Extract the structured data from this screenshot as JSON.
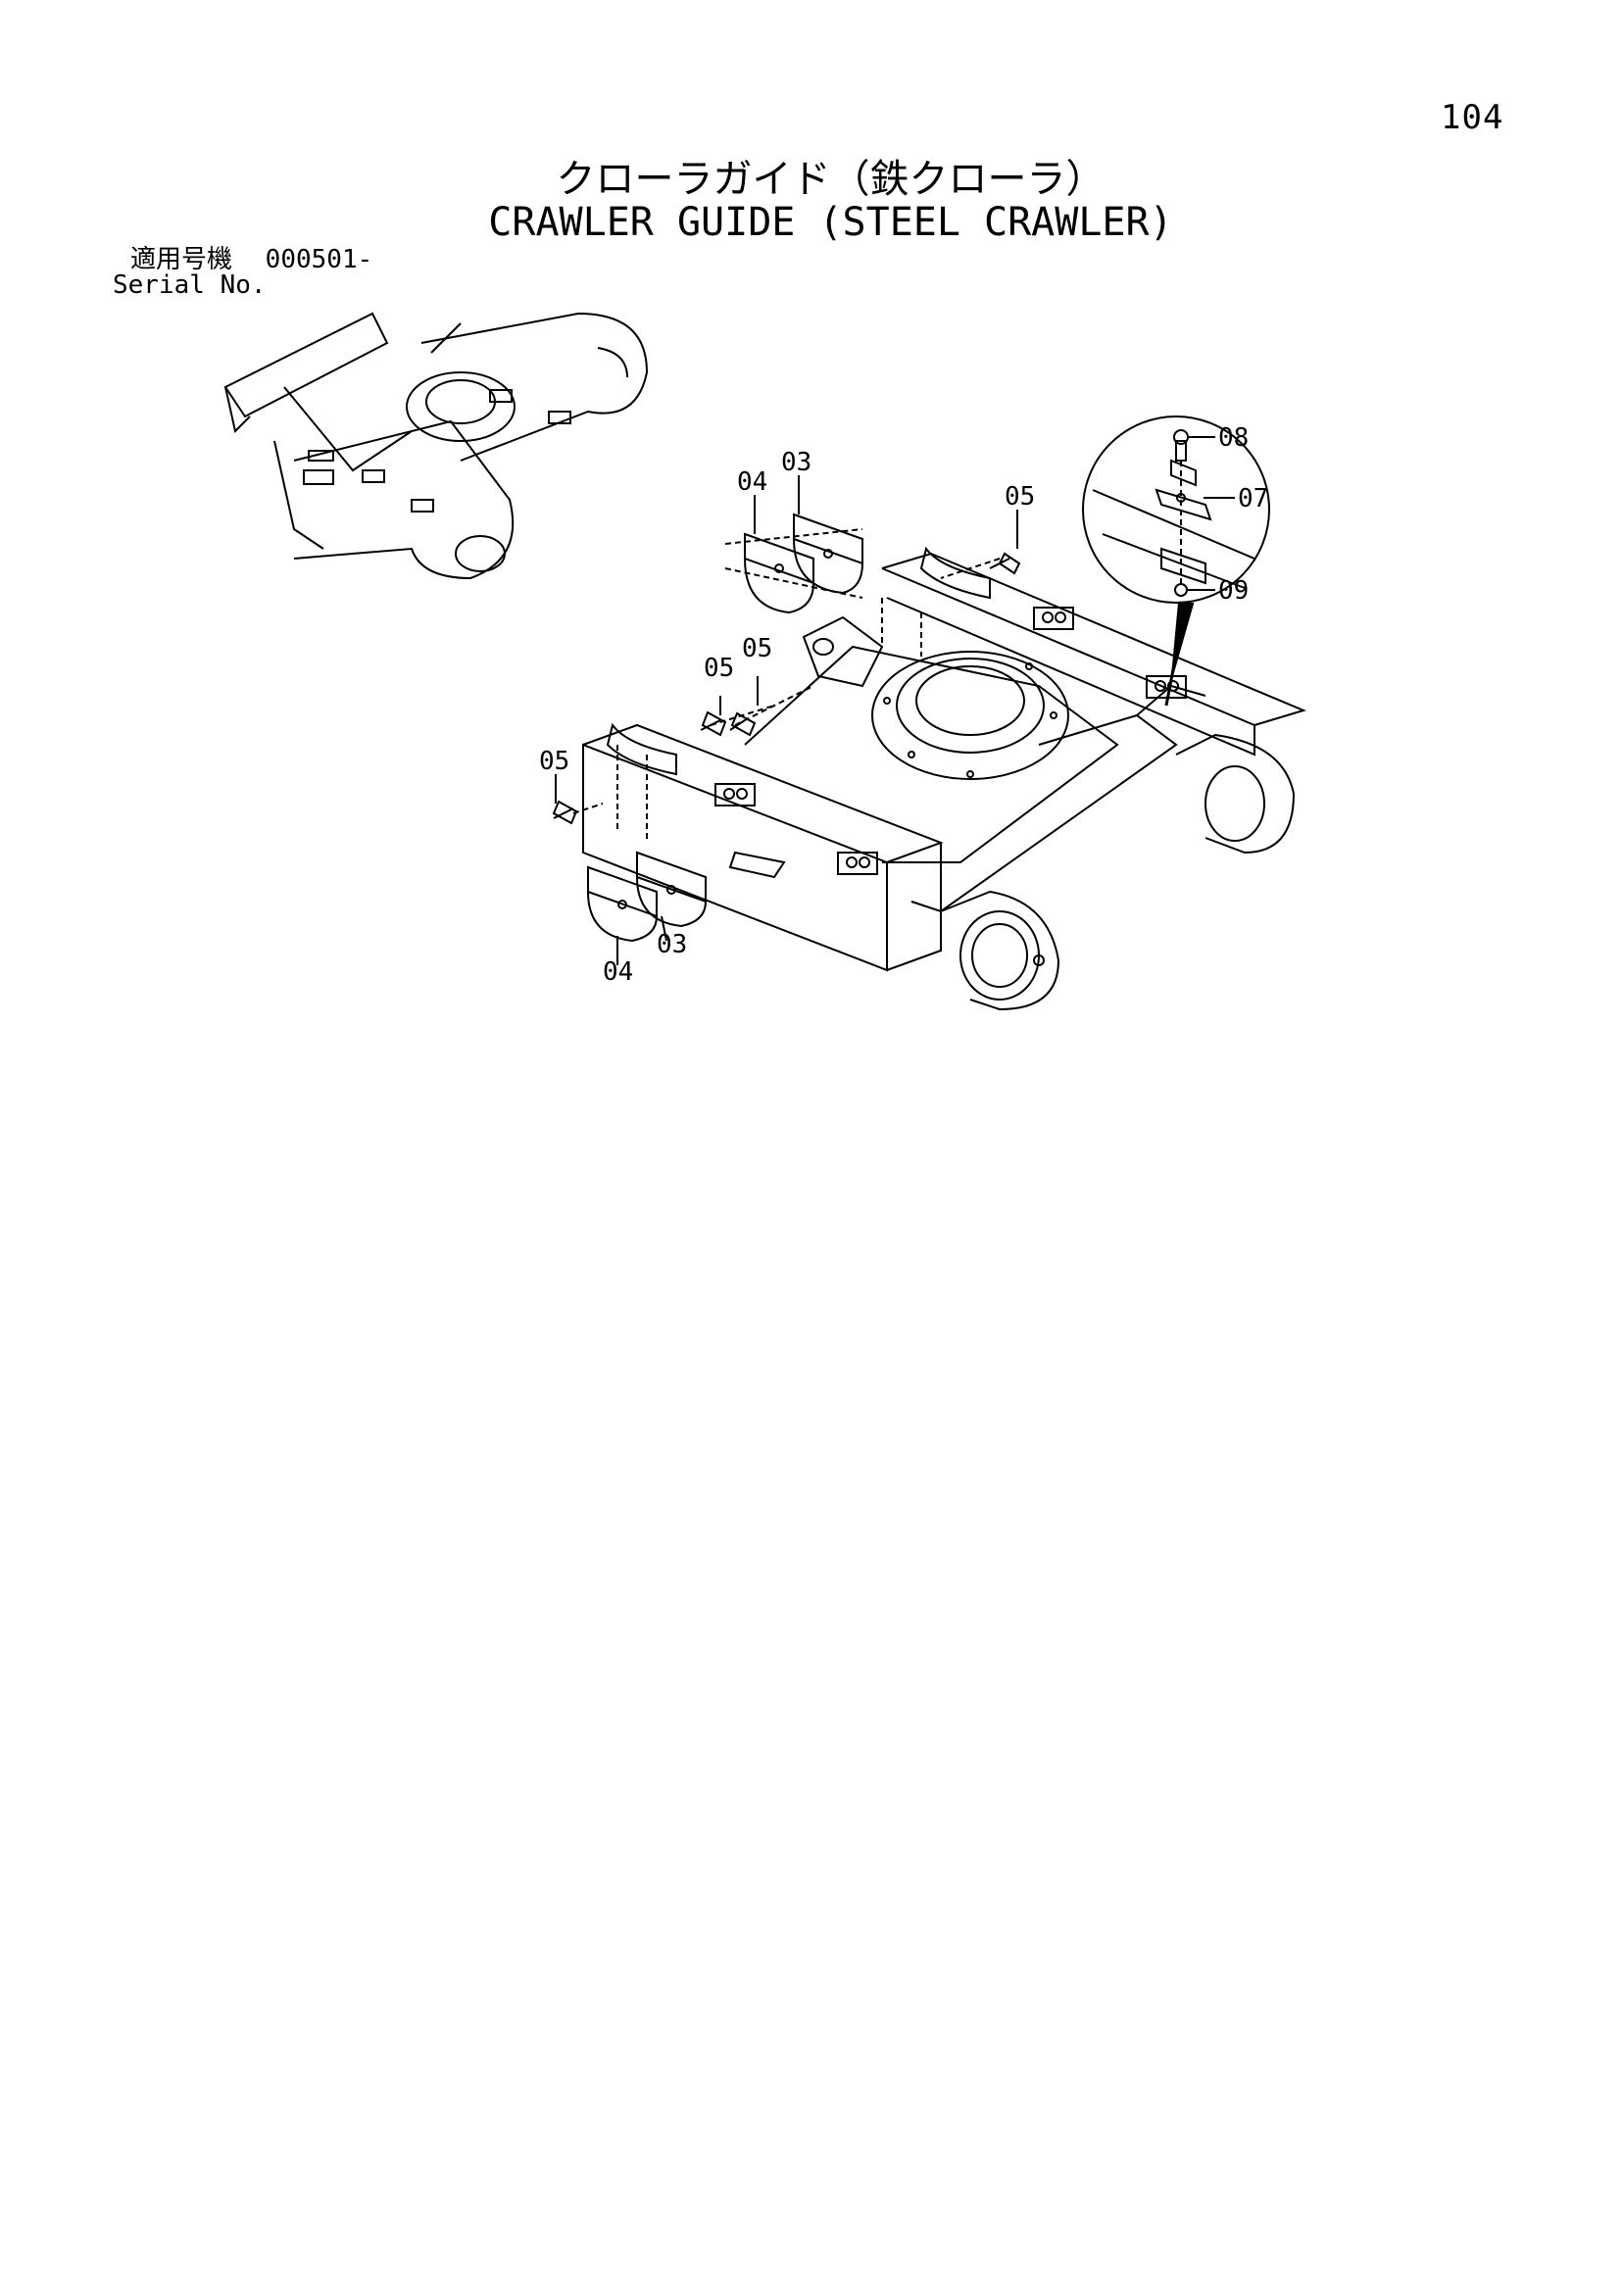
{
  "page": {
    "number": "104",
    "title_jp": "クローラガイド（鉄クローラ）",
    "title_en": "CRAWLER GUIDE (STEEL CRAWLER)",
    "serial_label_jp": "適用号機",
    "serial_value": "000501-",
    "serial_label_en": "Serial No."
  },
  "callouts": [
    "03",
    "04",
    "05",
    "05",
    "05",
    "05",
    "03",
    "04",
    "08",
    "07",
    "09"
  ]
}
